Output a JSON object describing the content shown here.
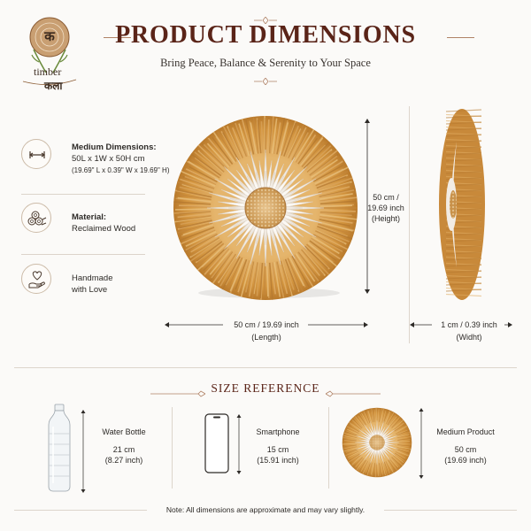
{
  "brand": {
    "logo_text_1": "timber",
    "logo_text_2": "कला",
    "logo_mark": "क"
  },
  "header": {
    "title": "PRODUCT DIMENSIONS",
    "subtitle": "Bring Peace, Balance & Serenity to Your Space"
  },
  "features": [
    {
      "icon": "ruler-icon",
      "heading": "Medium Dimensions:",
      "line1": "50L x 1W x 50H cm",
      "line2": "(19.69\" L x 0.39\" W x 19.69\" H)"
    },
    {
      "icon": "wood-logs-icon",
      "heading": "Material:",
      "line1": "Reclaimed Wood"
    },
    {
      "icon": "heart-hand-icon",
      "line1": "Handmade",
      "line2": "with Love"
    }
  ],
  "dimensions": {
    "height_value": "50 cm /",
    "height_value2": "19.69 inch",
    "height_caption": "(Height)",
    "length_value": "50 cm / 19.69 inch",
    "length_caption": "(Length)",
    "width_value": "1 cm / 0.39 inch",
    "width_caption": "(Widht)"
  },
  "size_reference": {
    "title": "SIZE REFERENCE",
    "items": [
      {
        "name": "Water Bottle",
        "cm": "21 cm",
        "inch": "(8.27 inch)",
        "icon": "water-bottle-icon"
      },
      {
        "name": "Smartphone",
        "cm": "15 cm",
        "inch": "(15.91 inch)",
        "icon": "smartphone-icon"
      },
      {
        "name": "Medium Product",
        "cm": "50 cm",
        "inch": "(19.69 inch)",
        "icon": "product-thumbnail"
      }
    ]
  },
  "note": "Note: All dimensions are approximate and may vary slightly.",
  "colors": {
    "title": "#5a2418",
    "straw": "#d49a4c",
    "petal": "#f5f1ec",
    "accent": "#c9995a"
  }
}
